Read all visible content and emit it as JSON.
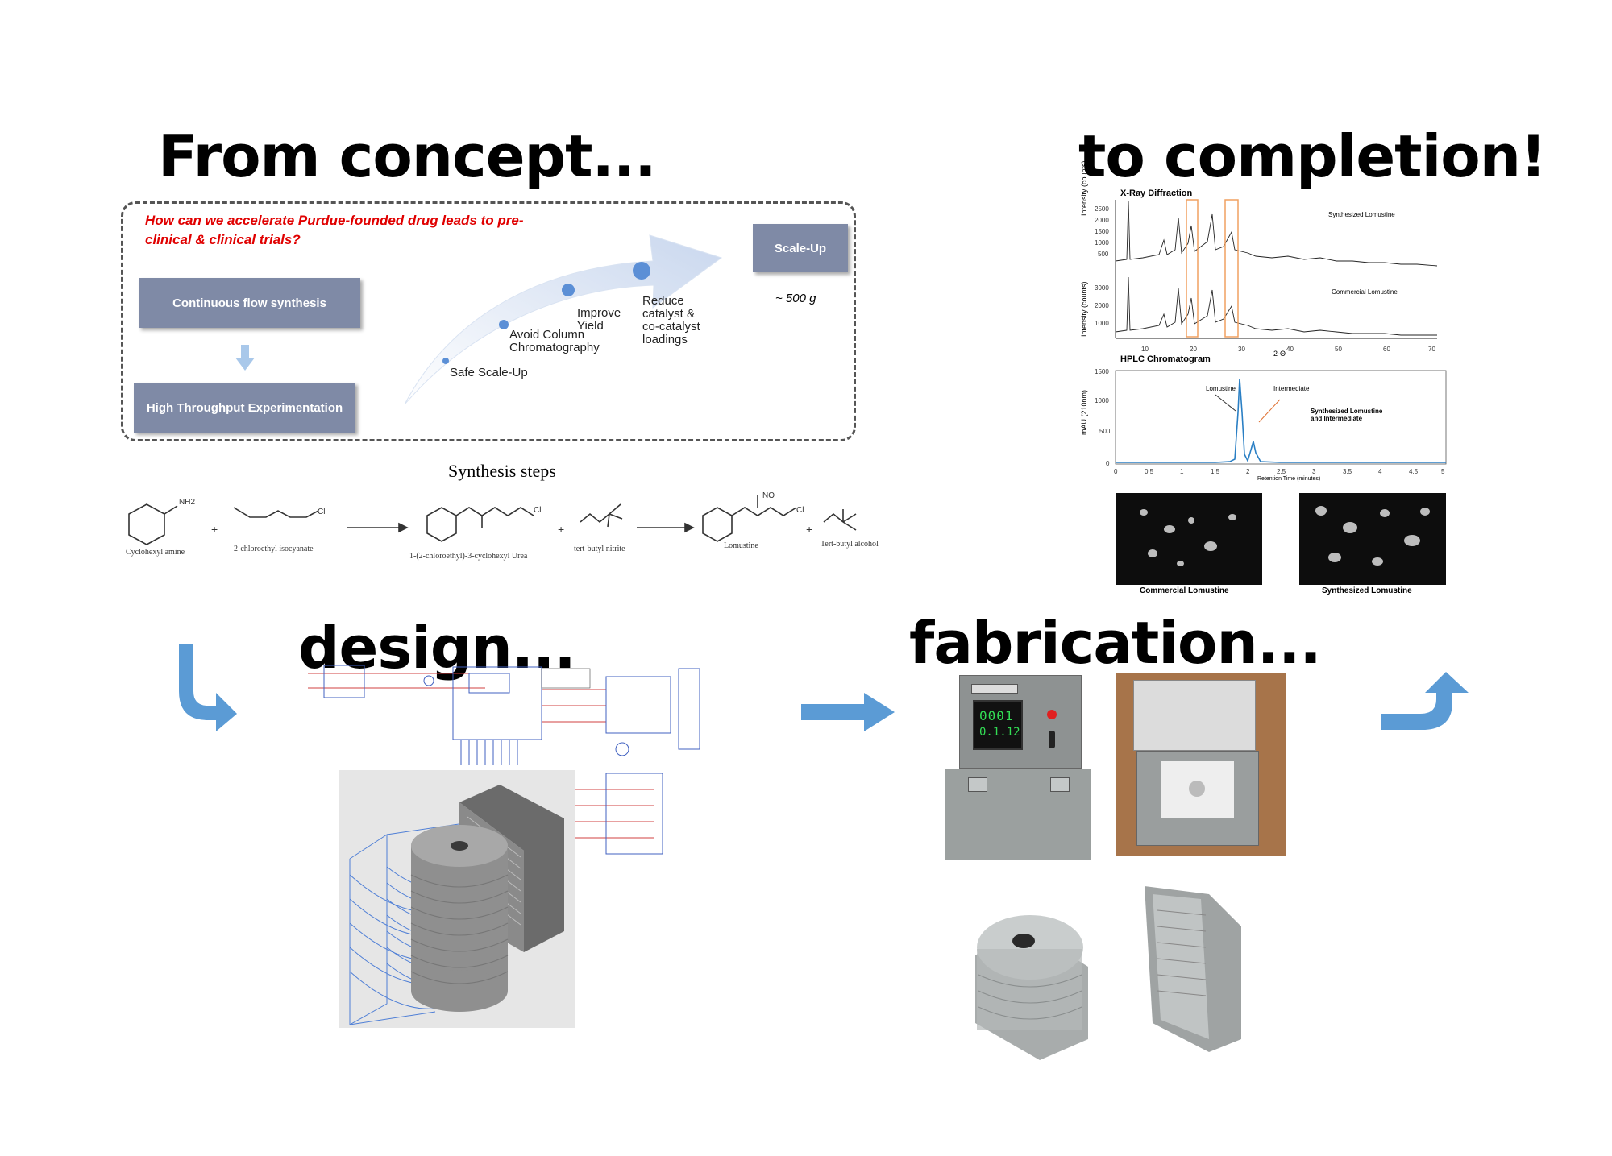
{
  "headings": {
    "concept": "From concept...",
    "completion": "to completion!",
    "design": "design...",
    "fabrication": "fabrication..."
  },
  "concept": {
    "question": "How can we accelerate Purdue-founded drug leads to pre-clinical & clinical trials?",
    "box_continuous": "Continuous flow synthesis",
    "box_hte": "High Throughput Experimentation",
    "box_scaleup": "Scale-Up",
    "scale_amount": "~ 500 g",
    "milestones": [
      "Safe Scale-Up",
      "Avoid Column\nChromatography",
      "Improve\nYield",
      "Reduce\ncatalyst &\nco-catalyst\nloadings"
    ]
  },
  "synthesis": {
    "title": "Synthesis steps",
    "compounds": [
      "Cyclohexyl amine",
      "2-chloroethyl isocyanate",
      "1-(2-chloroethyl)-3-cyclohexyl Urea",
      "tert-butyl nitrite",
      "Lomustine",
      "Tert-butyl alcohol"
    ]
  },
  "xrd": {
    "title": "X-Ray Diffraction",
    "ylabel": "Intensity (counts)",
    "xlabel": "2-Θ",
    "top_label": "Synthesized Lomustine",
    "bottom_label": "Commercial Lomustine",
    "top_ticks": [
      "2500",
      "2000",
      "1500",
      "1000",
      "500"
    ],
    "bottom_ticks": [
      "3000",
      "2000",
      "1000"
    ],
    "x_ticks": [
      "10",
      "20",
      "30",
      "40",
      "50",
      "60",
      "70"
    ]
  },
  "hplc": {
    "title": "HPLC Chromatogram",
    "ylabel": "mAU (210nm)",
    "xlabel": "Retention Time (minutes)",
    "y_ticks": [
      "1500",
      "1000",
      "500",
      "0"
    ],
    "x_ticks": [
      "0",
      "0.5",
      "1",
      "1.5",
      "2",
      "2.5",
      "3",
      "3.5",
      "4",
      "4.5",
      "5"
    ],
    "label_lomustine": "Lomustine",
    "label_intermediate": "Intermediate",
    "legend": "Synthesized Lomustine\nand Intermediate",
    "line_color": "#2a7fc4"
  },
  "sem": {
    "left_caption": "Commercial Lomustine",
    "right_caption": "Synthesized Lomustine"
  },
  "controller": {
    "display_top": "0001",
    "display_bottom": "0.1.12"
  },
  "colors": {
    "arrow_blue": "#5b9bd5",
    "question_red": "#e00000",
    "box_grey": "#7f8aa6"
  }
}
